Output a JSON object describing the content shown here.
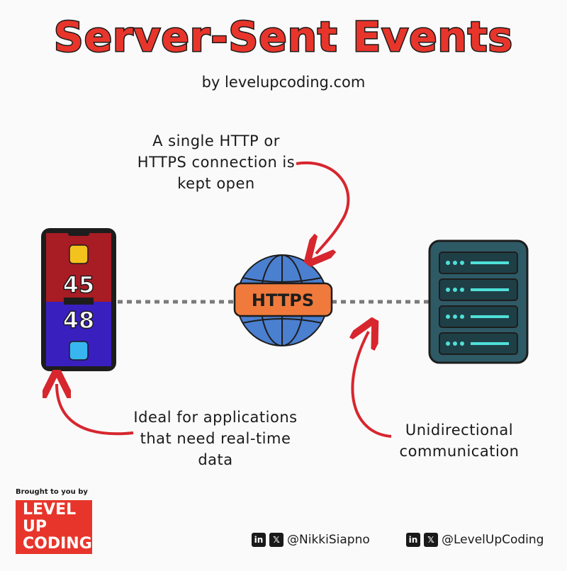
{
  "title": "Server-Sent Events",
  "subtitle": "by levelupcoding.com",
  "notes": {
    "connection": "A single HTTP or HTTPS connection is kept open",
    "realtime": "Ideal for applications that need real-time data",
    "direction": "Unidirectional communication"
  },
  "phone": {
    "score_top": "45",
    "score_bottom": "48"
  },
  "protocol_label": "HTTPS",
  "footer": {
    "brought_by": "Brought to you by",
    "logo_line1": "LEVEL UP",
    "logo_line2": "CODING",
    "linkedin_glyph": "in",
    "x_glyph": "𝕏",
    "handle_1": "@NikkiSiapno",
    "handle_2": "@LevelUpCoding"
  },
  "icons": [
    "phone-icon",
    "globe-icon",
    "server-icon",
    "linkedin-icon",
    "x-icon"
  ],
  "colors": {
    "accent_red": "#e8352b",
    "https_orange": "#f07a3c",
    "globe_blue": "#4b7fd0",
    "server_teal": "#2e5a66"
  }
}
